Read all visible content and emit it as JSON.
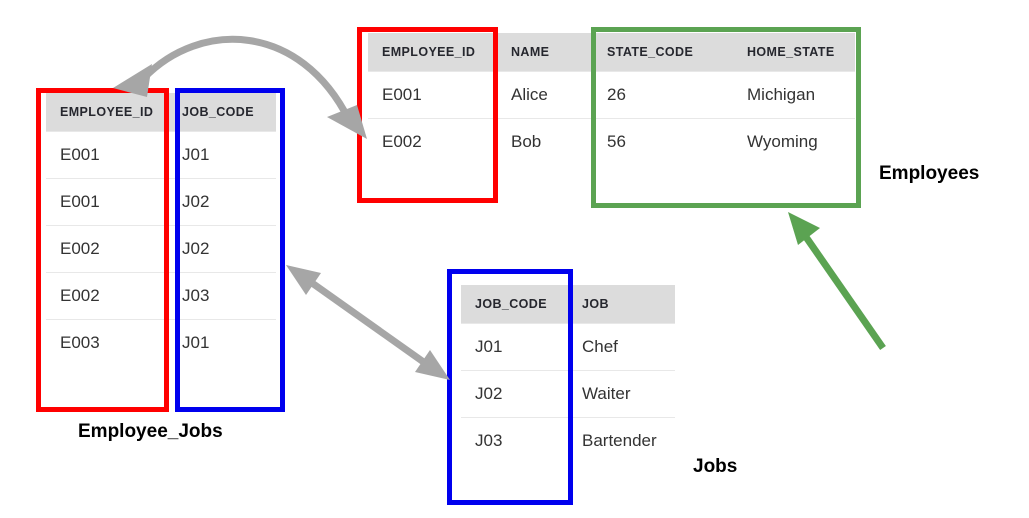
{
  "diagram": {
    "title_elements": {
      "employee_jobs_caption": "Employee_Jobs",
      "employees_caption": "Employees",
      "jobs_caption": "Jobs"
    },
    "colors": {
      "red_highlight": "#ff0000",
      "blue_highlight": "#0000ee",
      "green_highlight": "#5ba352",
      "gray_arrow": "#a6a6a6",
      "header_background": "#dcdcdc",
      "header_text": "#26272e",
      "cell_text": "#333333",
      "row_divider": "#e8e8e8",
      "page_background": "#ffffff"
    }
  },
  "tables": {
    "employee_jobs": {
      "name": "Employee_Jobs",
      "columns": [
        "EMPLOYEE_ID",
        "JOB_CODE"
      ],
      "rows": [
        [
          "E001",
          "J01"
        ],
        [
          "E001",
          "J02"
        ],
        [
          "E002",
          "J02"
        ],
        [
          "E002",
          "J03"
        ],
        [
          "E003",
          "J01"
        ]
      ]
    },
    "employees": {
      "name": "Employees",
      "columns": [
        "EMPLOYEE_ID",
        "NAME",
        "STATE_CODE",
        "HOME_STATE"
      ],
      "rows": [
        [
          "E001",
          "Alice",
          "26",
          "Michigan"
        ],
        [
          "E002",
          "Bob",
          "56",
          "Wyoming"
        ]
      ]
    },
    "jobs": {
      "name": "Jobs",
      "columns": [
        "JOB_CODE",
        "JOB"
      ],
      "rows": [
        [
          "J01",
          "Chef"
        ],
        [
          "J02",
          "Waiter"
        ],
        [
          "J03",
          "Bartender"
        ]
      ]
    }
  },
  "relationships": [
    {
      "id": "employee-id-link",
      "from": "Employee_Jobs.EMPLOYEE_ID",
      "to": "Employees.EMPLOYEE_ID",
      "color": "#a6a6a6",
      "style": "curved-double-headed"
    },
    {
      "id": "job-code-link",
      "from": "Employee_Jobs.JOB_CODE",
      "to": "Jobs.JOB_CODE",
      "color": "#a6a6a6",
      "style": "straight-double-headed"
    },
    {
      "id": "employees-state-pointer",
      "from": "annotation",
      "to": "Employees.STATE_CODE/HOME_STATE",
      "color": "#5ba352",
      "style": "straight-single-headed"
    }
  ]
}
